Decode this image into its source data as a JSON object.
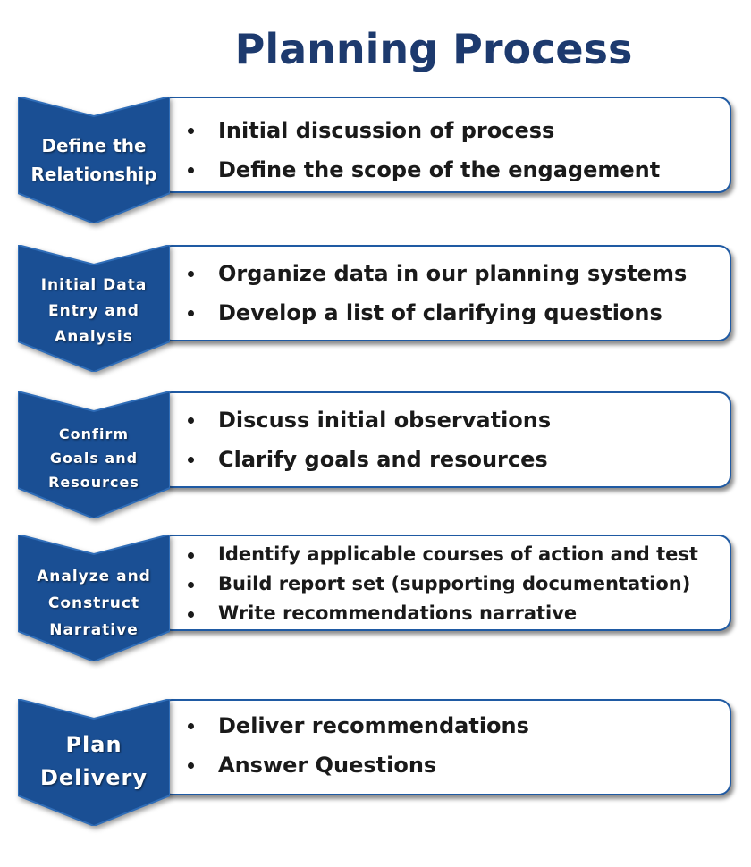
{
  "title": "Planning Process",
  "steps": [
    {
      "label": "Define the\nRelationship",
      "bullets": [
        "Initial discussion of process",
        "Define the scope of the engagement"
      ]
    },
    {
      "label": "Initial Data\nEntry and\nAnalysis",
      "bullets": [
        "Organize data in our planning systems",
        "Develop a list of clarifying questions"
      ]
    },
    {
      "label": "Confirm\nGoals and\nResources",
      "bullets": [
        "Discuss initial observations",
        "Clarify goals and resources"
      ]
    },
    {
      "label": "Analyze and\nConstruct\nNarrative",
      "bullets": [
        "Identify applicable courses of action and test",
        "Build report set (supporting documentation)",
        "Write recommendations narrative"
      ]
    },
    {
      "label": "Plan\nDelivery",
      "bullets": [
        "Deliver recommendations",
        "Answer Questions"
      ]
    }
  ],
  "colors": {
    "chevron_fill": "#1a4f94",
    "chevron_edge": "#2f6db8",
    "box_border": "#1f5aa3",
    "title": "#1d3a6e"
  }
}
